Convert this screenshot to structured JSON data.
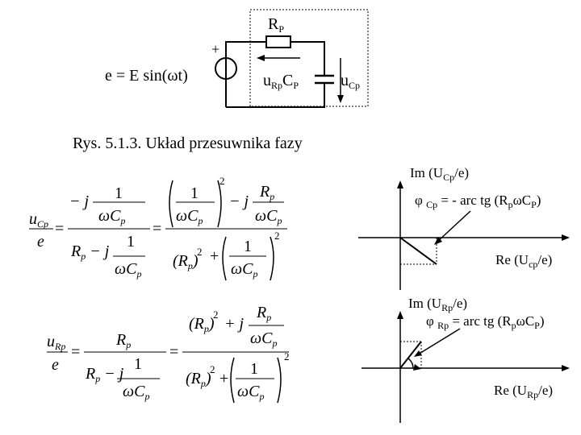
{
  "circuit": {
    "resistor_label": "R",
    "resistor_sub": "P",
    "plus_sign": "+",
    "source_label": "e = E sin(ωt)",
    "ur_label_main": "u",
    "ur_label_sub": "Rp",
    "cap_label_main": "C",
    "cap_label_sub": "P",
    "uc_label_main": "u",
    "uc_label_sub": "Cp"
  },
  "caption": "Rys. 5.1.3. Układ przesuwnika fazy",
  "formula_c": {
    "lhs_num": "u",
    "lhs_num_sub": "Cp",
    "lhs_den": "e",
    "eq": "=",
    "f1_num": "− j",
    "f1_den": "R",
    "f1_den_rest": " − j",
    "one": "1",
    "omega_c": "ωC",
    "sub_p": "p",
    "f2_minus_j": "− j",
    "sq": "2",
    "rp": "R",
    "plus": "+"
  },
  "formula_r": {
    "lhs_num": "u",
    "lhs_num_sub": "Rp",
    "lhs_den": "e",
    "eq": "=",
    "num_r": "R",
    "den_minus_j": " − j",
    "one": "1",
    "omega_c": "ωC",
    "sub_p": "p",
    "plus_j": "+ j",
    "sq": "2",
    "plus": "+"
  },
  "phasor_c": {
    "im_label": "Im (U",
    "im_sub": "Cp",
    "im_end": "/e)",
    "phi_label": "φ",
    "phi_sub": "Cp",
    "phi_eq": " = - arc tg (R",
    "phi_rsub": "p",
    "phi_mid": "ωC",
    "phi_csub": "P",
    "phi_end": ")",
    "re_label": "Re (U",
    "re_sub": "cp",
    "re_end": "/e)"
  },
  "phasor_r": {
    "im_label": "Im (U",
    "im_sub": "Rp",
    "im_end": "/e)",
    "phi_label": "φ",
    "phi_sub": "Rp",
    "phi_eq": " = arc tg (R",
    "phi_rsub": "p",
    "phi_mid": "ωC",
    "phi_csub": "P",
    "phi_end": ")",
    "re_label": "Re (U",
    "re_sub": "Rp",
    "re_end": "/e)"
  }
}
